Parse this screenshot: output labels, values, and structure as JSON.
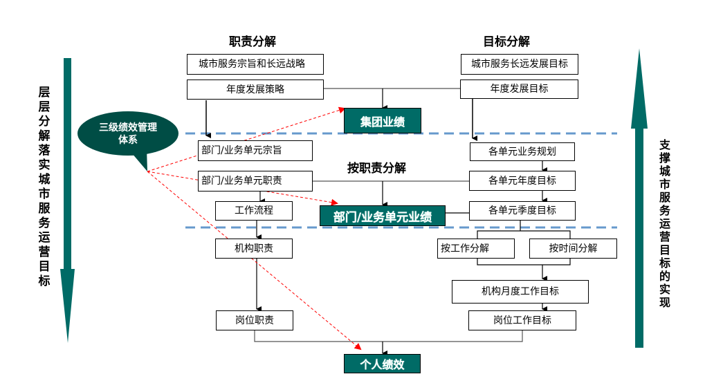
{
  "left_arrow_label": "层层分解落实城市服务运营目标",
  "right_arrow_label": "支撑城市服务运营目标的实现",
  "callout": {
    "text": "三级绩效管理体系",
    "line1": "三级绩效管理",
    "line2": "体系"
  },
  "headings": {
    "responsibility": "职责分解",
    "goal": "目标分解",
    "by_responsibility": "按职责分解"
  },
  "responsibility_column": {
    "mission_strategy": "城市服务宗旨和长远战略",
    "annual_strategy": "年度发展策略",
    "unit_mission": "部门/业务单元宗旨",
    "unit_duties": "部门/业务单元职责",
    "workflow": "工作流程",
    "org_duties": "机构职责",
    "post_duties": "岗位职责"
  },
  "goal_column": {
    "long_term_goal": "城市服务长远发展目标",
    "annual_goal": "年度发展目标",
    "unit_business_plan": "各单元业务规划",
    "unit_annual_goal": "各单元年度目标",
    "unit_quarterly_goal": "各单元季度目标",
    "by_work": "按工作分解",
    "by_time": "按时间分解",
    "org_monthly_goal": "机构月度工作目标",
    "post_work_goal": "岗位工作目标"
  },
  "performance": {
    "group": "集团业绩",
    "unit": "部门/业务单元业绩",
    "individual": "个人绩效"
  },
  "colors": {
    "teal": "#006b66",
    "callout": "#004d45",
    "divider": "#6699cc",
    "dashed_arrow": "#ff0000"
  }
}
